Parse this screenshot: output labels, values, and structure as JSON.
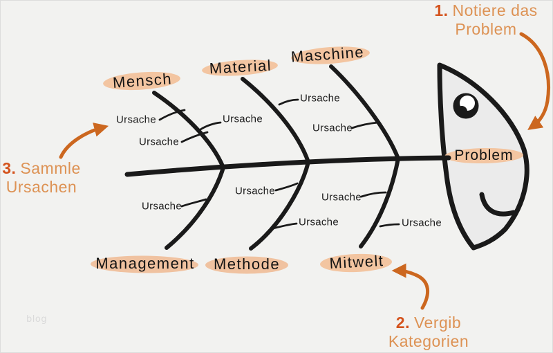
{
  "diagram": {
    "type": "fishbone",
    "problem_label": "Problem",
    "categories_top": [
      "Mensch",
      "Material",
      "Maschine"
    ],
    "categories_bottom": [
      "Management",
      "Methode",
      "Mitwelt"
    ],
    "causes": {
      "mensch": [
        "Ursache",
        "Ursache",
        "Ursache"
      ],
      "material": [
        "Ursache"
      ],
      "maschine": [
        "Ursache"
      ],
      "management": [
        "Ursache"
      ],
      "methode": [
        "Ursache",
        "Ursache"
      ],
      "mitwelt": [
        "Ursache",
        "Ursache"
      ]
    }
  },
  "steps": [
    {
      "number": "1.",
      "lines": [
        "Notiere das",
        "Problem"
      ]
    },
    {
      "number": "2.",
      "lines": [
        "Vergib",
        "Kategorien"
      ]
    },
    {
      "number": "3.",
      "lines": [
        "Sammle",
        "Ursachen"
      ]
    }
  ],
  "watermark": "blog",
  "colors": {
    "background": "#f2f2f0",
    "ink": "#1a1a1a",
    "highlight": "#f3c5a1",
    "arrow_orange": "#cc671f",
    "step_text": "#dd9254",
    "step_number": "#d4531d",
    "head_fill": "#ebebeb",
    "watermark": "#dadada"
  }
}
